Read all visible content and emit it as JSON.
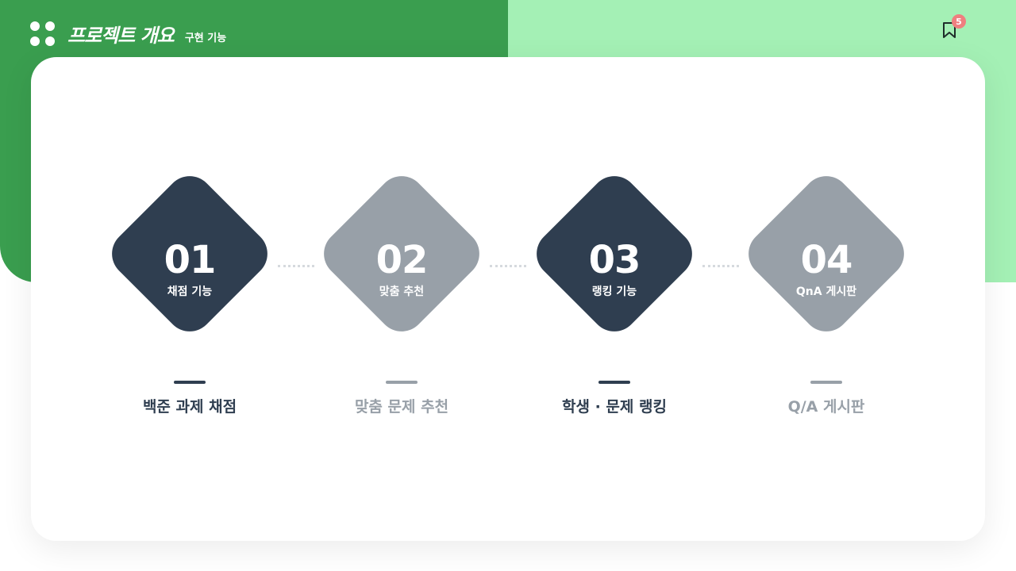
{
  "header": {
    "title": "프로젝트 개요",
    "subtitle": "구현 기능"
  },
  "notification": {
    "icon": "bookmark-icon",
    "count": "5"
  },
  "colors": {
    "green_dark": "#3a9e4f",
    "green_light": "#a4f0b5",
    "navy": "#2f3e50",
    "gray": "#98a0a8",
    "badge": "#ef7f7f"
  },
  "steps": [
    {
      "number": "01",
      "label": "채점 기능",
      "caption": "백준 과제 채점",
      "style": "dark"
    },
    {
      "number": "02",
      "label": "맞춤 추천",
      "caption": "맞춤 문제 추천",
      "style": "light"
    },
    {
      "number": "03",
      "label": "랭킹 기능",
      "caption": "학생 · 문제 랭킹",
      "style": "dark"
    },
    {
      "number": "04",
      "label": "QnA 게시판",
      "caption": "Q/A 게시판",
      "style": "light"
    }
  ]
}
